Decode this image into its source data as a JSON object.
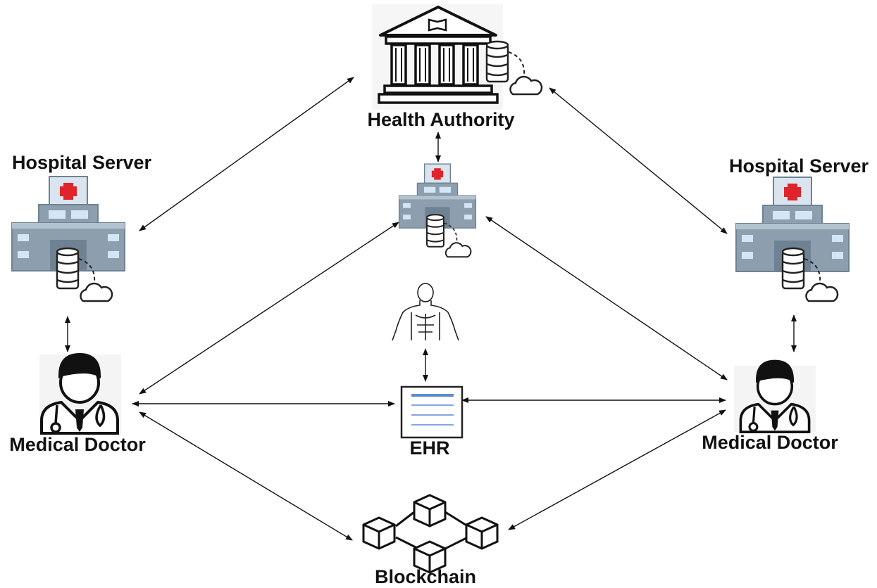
{
  "nodes": {
    "health_authority": {
      "label": "Health Authority",
      "icon": "government-building-icon"
    },
    "hospital_server_left": {
      "label": "Hospital Server",
      "icon": "hospital-icon"
    },
    "hospital_server_right": {
      "label": "Hospital Server",
      "icon": "hospital-icon"
    },
    "central_hospital": {
      "label": "",
      "icon": "hospital-icon"
    },
    "patient": {
      "label": "",
      "icon": "patient-body-icon"
    },
    "medical_doctor_left": {
      "label": "Medical Doctor",
      "icon": "doctor-icon"
    },
    "medical_doctor_right": {
      "label": "Medical Doctor",
      "icon": "doctor-icon"
    },
    "ehr": {
      "label": "EHR",
      "icon": "document-icon"
    },
    "blockchain": {
      "label": "Blockchain",
      "icon": "blockchain-icon"
    }
  },
  "edges": [
    {
      "from": "health_authority",
      "to": "hospital_server_left",
      "direction": "both"
    },
    {
      "from": "health_authority",
      "to": "hospital_server_right",
      "direction": "both"
    },
    {
      "from": "health_authority",
      "to": "central_hospital",
      "direction": "both"
    },
    {
      "from": "hospital_server_left",
      "to": "medical_doctor_left",
      "direction": "both"
    },
    {
      "from": "hospital_server_right",
      "to": "medical_doctor_right",
      "direction": "both"
    },
    {
      "from": "central_hospital",
      "to": "medical_doctor_left",
      "direction": "both"
    },
    {
      "from": "central_hospital",
      "to": "medical_doctor_right",
      "direction": "both"
    },
    {
      "from": "patient",
      "to": "ehr",
      "direction": "both"
    },
    {
      "from": "medical_doctor_left",
      "to": "ehr",
      "direction": "both"
    },
    {
      "from": "ehr",
      "to": "medical_doctor_right",
      "direction": "both"
    },
    {
      "from": "medical_doctor_left",
      "to": "blockchain",
      "direction": "both"
    },
    {
      "from": "medical_doctor_right",
      "to": "blockchain",
      "direction": "both"
    }
  ],
  "colors": {
    "building_roof": "#d9e4ee",
    "building_body": "#8d9fae",
    "building_window": "#d2e6f6",
    "red_cross": "#e0242b",
    "line": "#111111",
    "ehr_line": "#5b8bd6"
  }
}
